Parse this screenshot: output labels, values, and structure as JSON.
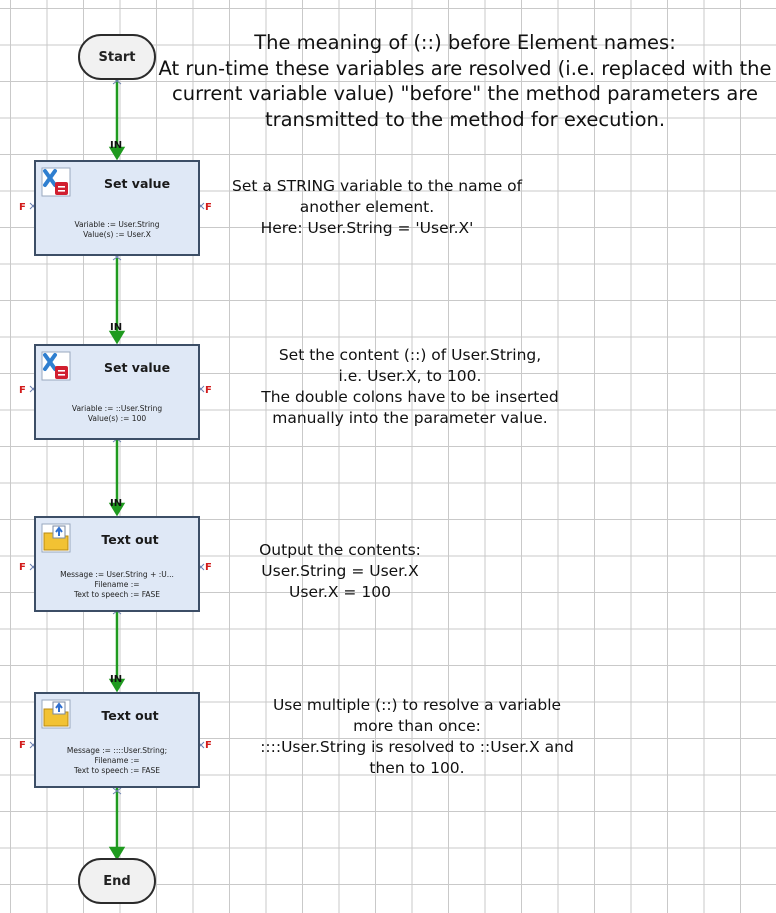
{
  "start": {
    "label": "Start"
  },
  "end": {
    "label": "End"
  },
  "header_note": [
    "The meaning of (::) before Element names:",
    "At run-time these variables are resolved (i.e. replaced with the",
    "current variable value) \"before\" the method parameters  are",
    "transmitted to the method for execution."
  ],
  "port_labels": {
    "input": "IN",
    "false": "F"
  },
  "nodes": [
    {
      "title": "Set value",
      "icon": "set-value-icon",
      "params": [
        "Variable  :=  User.String",
        "Value(s)  :=  User.X"
      ],
      "note": [
        "Set a STRING variable to the name of",
        "another element.",
        "Here: User.String = 'User.X'"
      ]
    },
    {
      "title": "Set value",
      "icon": "set-value-icon",
      "params": [
        "Variable  :=  ::User.String",
        "Value(s)  :=  100"
      ],
      "note": [
        "Set the content (::) of User.String,",
        "i.e. User.X, to 100.",
        "The double colons have to be inserted",
        "manually into the parameter value."
      ]
    },
    {
      "title": "Text out",
      "icon": "text-out-icon",
      "params": [
        "Message  :=  User.String + :U...",
        "Filename  :=",
        "Text to speech  :=  FASE"
      ],
      "note": [
        "Output the contents:",
        "User.String = User.X",
        "User.X = 100"
      ]
    },
    {
      "title": "Text out",
      "icon": "text-out-icon",
      "params": [
        "Message  :=  ::::User.String;",
        "Filename  :=",
        "Text to speech  :=  FASE"
      ],
      "note": [
        "Use multiple (::) to resolve a variable",
        "more than once:",
        "::::User.String is resolved to ::User.X and",
        "then to 100."
      ]
    }
  ],
  "colors": {
    "connector": "#1f9a1f",
    "port_false": "#d21b1b",
    "node_fill": "#dfe8f6",
    "node_border": "#3c4e66",
    "grid": "#c9c9c9"
  }
}
